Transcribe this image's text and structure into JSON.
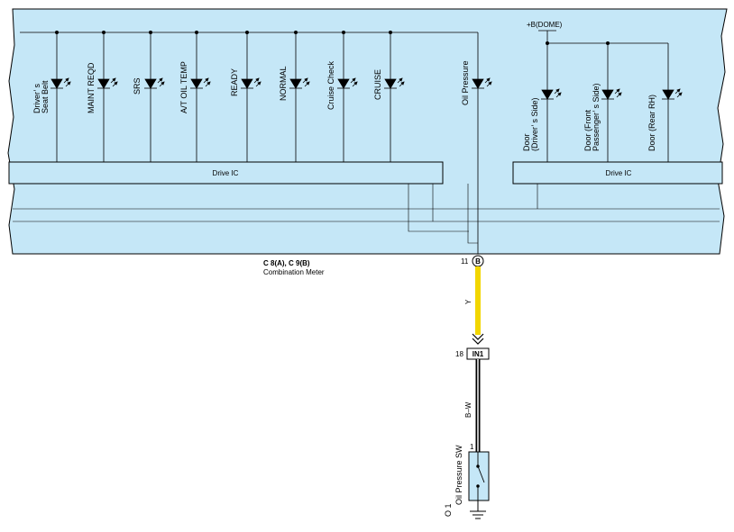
{
  "meter": {
    "lamps": [
      {
        "line1": "Driver’ s",
        "line2": "Seat Belt"
      },
      {
        "line1": "MAINT REQD",
        "line2": ""
      },
      {
        "line1": "SRS",
        "line2": ""
      },
      {
        "line1": "A/T OIL TEMP",
        "line2": ""
      },
      {
        "line1": "READY",
        "line2": ""
      },
      {
        "line1": "NORMAL",
        "line2": ""
      },
      {
        "line1": "Cruise Check",
        "line2": ""
      },
      {
        "line1": "CRUISE",
        "line2": ""
      },
      {
        "line1": "Oil Pressure",
        "line2": ""
      }
    ],
    "door_lamps": [
      {
        "line1": "Door",
        "line2": "(Driver’ s Side)"
      },
      {
        "line1": "Door (Front",
        "line2": "Passenger’ s Side)"
      },
      {
        "line1": "Door (Rear RH)",
        "line2": ""
      }
    ],
    "supply_label": "+B(DOME)",
    "drive_ic_left": "Drive IC",
    "drive_ic_right": "Drive IC",
    "connector_label": "C 8(A), C 9(B)",
    "component_name": "Combination Meter",
    "pin_number": "11",
    "pin_connector": "B"
  },
  "wires": {
    "wire1_color": "Y",
    "wire2_color": "B–W",
    "yellow_hex": "#f2d600"
  },
  "junction": {
    "pin_number": "18",
    "connector": "IN1"
  },
  "switch": {
    "pin_number": "1",
    "code": "O 1",
    "name": "Oil Pressure SW"
  },
  "colors": {
    "panel_fill": "#c5e7f7",
    "line": "#000000"
  }
}
